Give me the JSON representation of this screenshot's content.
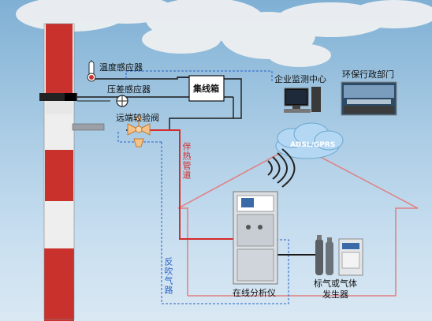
{
  "labels": {
    "temperature_sensor": "温度感应器",
    "pressure_sensor": "压差感应器",
    "remote_valve": "远端较验阀",
    "junction_box": "集线箱",
    "enterprise_center": "企业监测中心",
    "env_department": "环保行政部门",
    "network": "ADSL/GPRS",
    "heat_pipe": "伴热管道",
    "backflush": "反吹气路",
    "analyzer": "在线分析仪",
    "gas_generator": "标气或气体发生器"
  },
  "colors": {
    "heat_pipe": "#d42b2b",
    "backflush": "#2a62c9",
    "signal": "#1a1a1a",
    "chimney_red": "#c8312c",
    "chimney_white": "#eeeeee",
    "house_outline": "#e07f80"
  },
  "icons": [
    "thermometer-icon",
    "pressure-gauge-icon",
    "valve-icon",
    "computer-icon",
    "wifi-signal-icon",
    "cloud-icon",
    "gas-cylinder-icon"
  ]
}
